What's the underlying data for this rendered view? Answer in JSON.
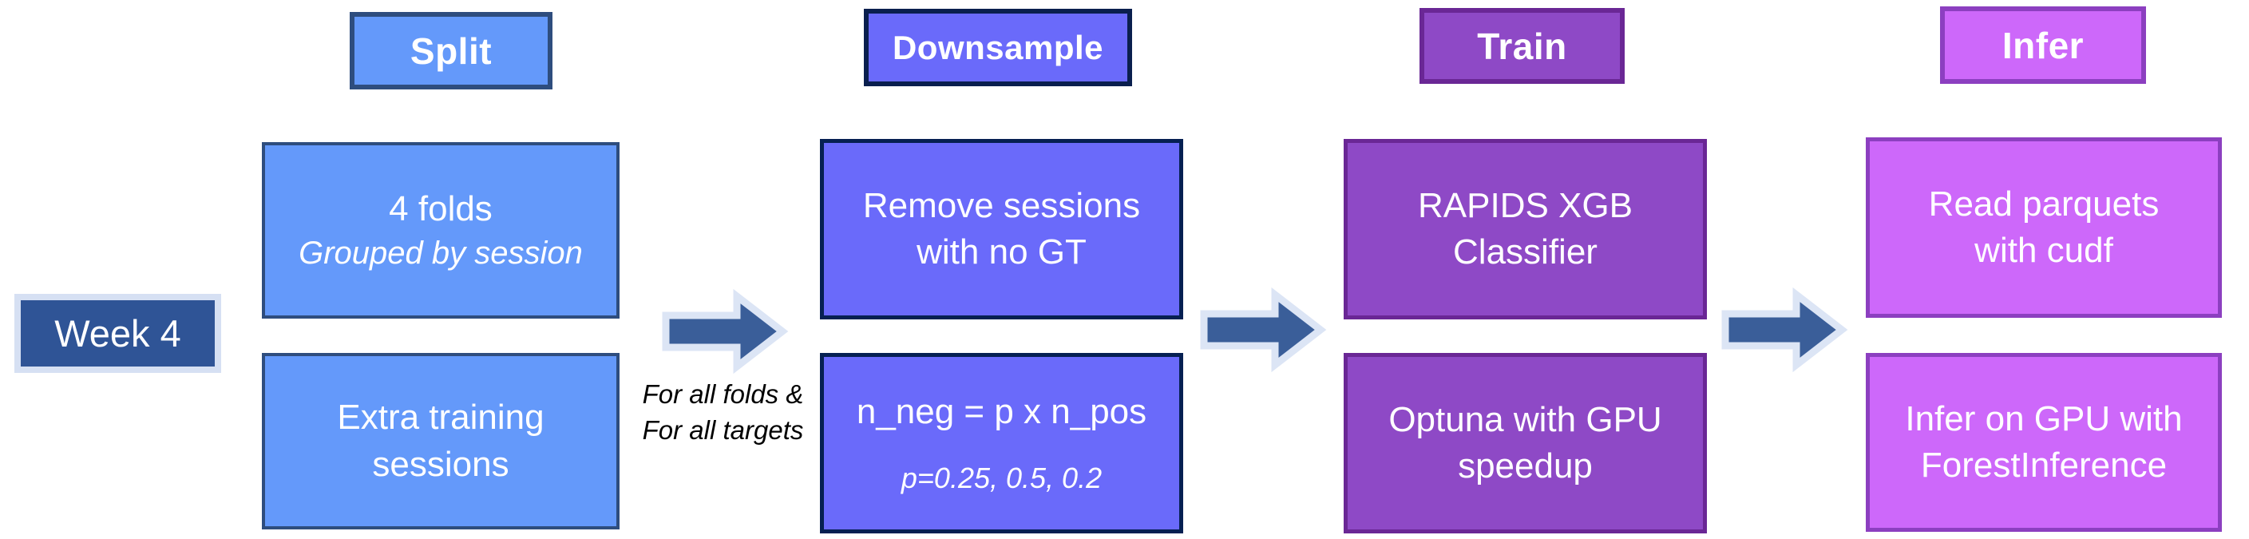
{
  "page": {
    "background": "#ffffff"
  },
  "week_badge": {
    "label": "Week 4",
    "fill": "#2F5496",
    "border": "#D6E0F3",
    "text_color": "#FFFFFF"
  },
  "arrow_style": {
    "fill": "#3A5E99",
    "outline": "#DCE5F5"
  },
  "stages": [
    {
      "name": "split",
      "header": {
        "label": "Split",
        "fill": "#6499FA",
        "border": "#2E4D7E"
      },
      "box_style": {
        "fill": "#6499FA",
        "border": "#2E4D7E"
      },
      "boxes": [
        {
          "lines": [
            {
              "text": "4 folds",
              "style": "normal"
            },
            {
              "text": "Grouped by session",
              "style": "italic"
            }
          ]
        },
        {
          "lines": [
            {
              "text": "Extra training",
              "style": "normal"
            },
            {
              "text": "sessions",
              "style": "normal"
            }
          ]
        }
      ]
    },
    {
      "name": "downsample",
      "header": {
        "label": "Downsample",
        "fill": "#6A6AFA",
        "border": "#0A1F4E"
      },
      "box_style": {
        "fill": "#6A6AFA",
        "border": "#062052"
      },
      "boxes": [
        {
          "lines": [
            {
              "text": "Remove sessions",
              "style": "normal"
            },
            {
              "text": "with no GT",
              "style": "normal"
            }
          ]
        },
        {
          "lines": [
            {
              "text": "n_neg = p x n_pos",
              "style": "normal"
            },
            {
              "text": "p=0.25, 0.5, 0.2",
              "style": "italic-small"
            }
          ]
        }
      ]
    },
    {
      "name": "train",
      "header": {
        "label": "Train",
        "fill": "#8E49C6",
        "border": "#6A2795"
      },
      "box_style": {
        "fill": "#8E49C6",
        "border": "#6A2795"
      },
      "boxes": [
        {
          "lines": [
            {
              "text": "RAPIDS XGB",
              "style": "normal"
            },
            {
              "text": "Classifier",
              "style": "normal"
            }
          ]
        },
        {
          "lines": [
            {
              "text": "Optuna with GPU",
              "style": "normal"
            },
            {
              "text": "speedup",
              "style": "normal"
            }
          ]
        }
      ]
    },
    {
      "name": "infer",
      "header": {
        "label": "Infer",
        "fill": "#CD68FA",
        "border": "#8C3FC0"
      },
      "box_style": {
        "fill": "#CD68FA",
        "border": "#8C3FC0"
      },
      "boxes": [
        {
          "lines": [
            {
              "text": "Read parquets",
              "style": "normal"
            },
            {
              "text": "with cudf",
              "style": "normal"
            }
          ]
        },
        {
          "lines": [
            {
              "text": "Infer on GPU with",
              "style": "normal"
            },
            {
              "text": "ForestInference",
              "style": "normal"
            }
          ]
        }
      ]
    }
  ],
  "arrows": [
    {
      "note": {
        "line1": "For all folds &",
        "line2": "For all targets"
      }
    },
    {
      "note": null
    },
    {
      "note": null
    }
  ]
}
